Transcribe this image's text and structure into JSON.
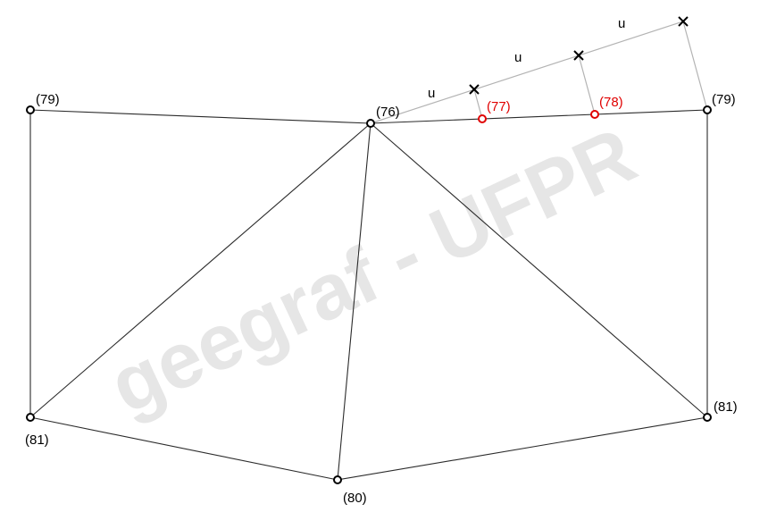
{
  "watermark": {
    "text": "geegraf - UFPR",
    "color": "#e6e6e6"
  },
  "colors": {
    "edge": "#2b2b2b",
    "construction": "#b3b3b3",
    "highlight": "#e00000",
    "node": "#000000"
  },
  "nodes": [
    {
      "id": "p79_left",
      "label": "(79)",
      "highlight": false
    },
    {
      "id": "p76",
      "label": "(76)",
      "highlight": false
    },
    {
      "id": "p77",
      "label": "(77)",
      "highlight": true
    },
    {
      "id": "p78",
      "label": "(78)",
      "highlight": true
    },
    {
      "id": "p79_right",
      "label": "(79)",
      "highlight": false
    },
    {
      "id": "p81_left",
      "label": "(81)",
      "highlight": false
    },
    {
      "id": "p81_right",
      "label": "(81)",
      "highlight": false
    },
    {
      "id": "p80",
      "label": "(80)",
      "highlight": false
    }
  ],
  "division_marks": [
    {
      "id": "u1",
      "label": "u"
    },
    {
      "id": "u2",
      "label": "u"
    },
    {
      "id": "u3",
      "label": "u"
    }
  ]
}
